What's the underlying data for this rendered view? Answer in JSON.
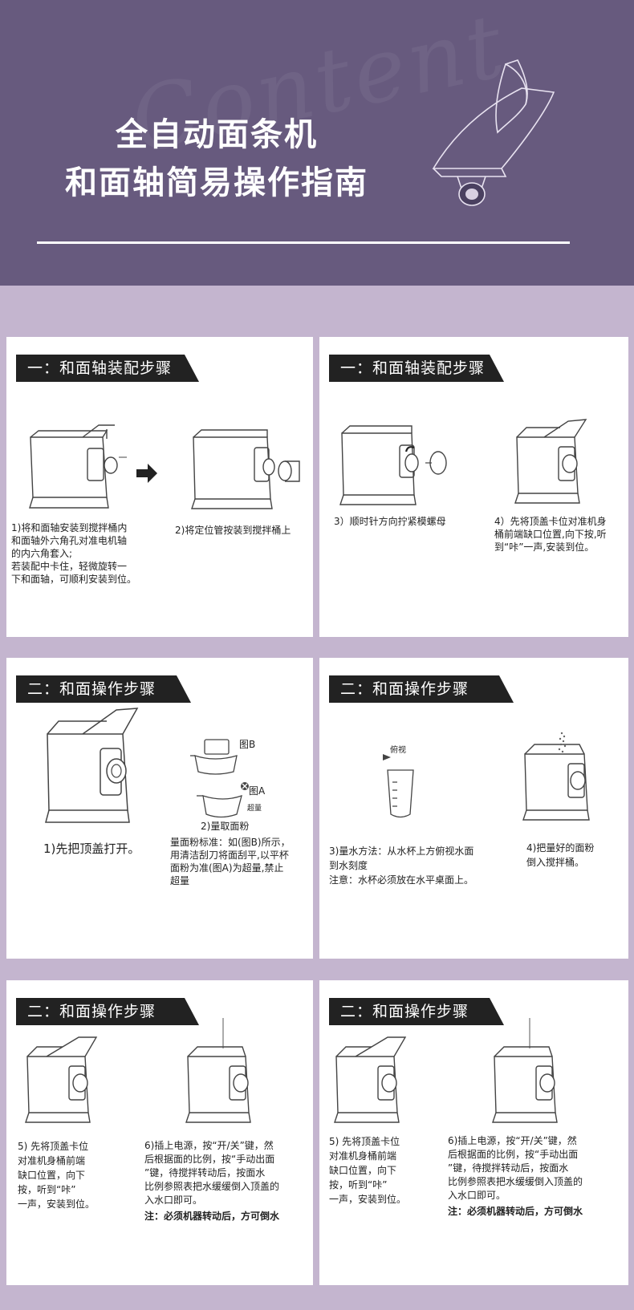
{
  "header": {
    "title_line1": "全自动面条机",
    "title_line2": "和面轴简易操作指南",
    "watermark": "Content"
  },
  "sections": {
    "assembly": "一：和面轴装配步骤",
    "operation": "二：和面操作步骤"
  },
  "steps": {
    "s1": "1)将和面轴安装到搅拌桶内\n和面轴外六角孔对准电机轴\n的内六角套入;\n若装配中卡住，轻微旋转一\n下和面轴，可顺利安装到位。",
    "s2": "2)将定位管按装到搅拌桶上",
    "s3": "3）顺时针方向拧紧模螺母",
    "s4": "4）先将顶盖卡位对准机身\n桶前端缺口位置,向下按,听\n到“咔”一声,安装到位。",
    "op1": "1)先把顶盖打开。",
    "op2_title": "2)量取面粉",
    "op2_desc": "量面粉标准：如(图B)所示，\n用清洁刮刀将面刮平,以平杯\n面粉为准(图A)为超量,禁止\n超量",
    "fig_b": "图B",
    "fig_a": "图A",
    "over_label": "超量",
    "op3": "3)量水方法：从水杯上方俯视水面\n  到水刻度\n注意：水杯必须放在水平桌面上。",
    "top_view": "俯视",
    "op4": "4)把量好的面粉\n倒入搅拌桶。",
    "op5_left": "5) 先将顶盖卡位\n对准机身桶前端\n缺口位置，向下\n按，听到“咔”\n一声，安装到位。",
    "op6_left": "6)插上电源，按“开/关”键，然\n后根据面的比例，按“手动出面\n”键，待搅拌转动后，按面水\n比例参照表把水缓缓倒入顶盖的\n入水口即可。",
    "note_left": "注：必须机器转动后，方可倒水",
    "op5_right": "5) 先将顶盖卡位\n对准机身桶前端\n缺口位置，向下\n按，听到“咔”\n一声，安装到位。",
    "op6_right": "6)插上电源，按“开/关”键，然\n后根据面的比例，按“手动出面\n”键，待搅拌转动后，按面水\n比例参照表把水缓缓倒入顶盖的\n入水口即可。",
    "note_right": "注：必须机器转动后，方可倒水"
  },
  "colors": {
    "header_bg": "#675a7e",
    "page_bg": "#c4b5cf",
    "tag_bg": "#222222"
  }
}
